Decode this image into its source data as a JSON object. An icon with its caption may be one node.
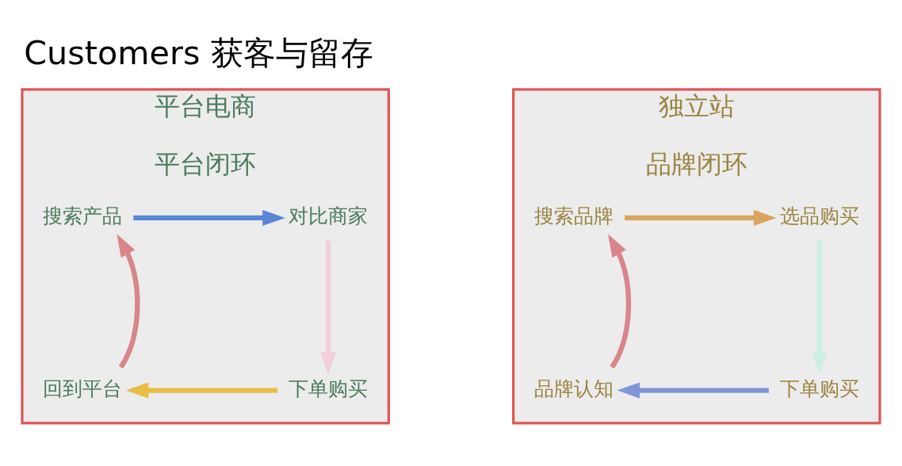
{
  "diagram": {
    "title": "Customers 获客与留存",
    "nodes": [
      {
        "text": [
          "平台电商",
          "平台闭环"
        ]
      },
      {
        "text": [
          "搜索产品"
        ],
        "in": 0
      },
      {
        "text": [
          "对比商家"
        ],
        "in": 0
      },
      {
        "text": [
          "回到平台"
        ],
        "in": 0
      },
      {
        "text": [
          "下单购买"
        ],
        "in": 0
      },
      {
        "text": [
          "独立站",
          "品牌闭环"
        ]
      },
      {
        "text": [
          "搜索品牌"
        ],
        "in": 5
      },
      {
        "text": [
          "选品购买"
        ],
        "in": 5
      },
      {
        "text": [
          "品牌认知"
        ],
        "in": 5
      },
      {
        "text": [
          "下单购买"
        ],
        "in": 5
      }
    ],
    "edges": [
      {
        "from": 1,
        "to": 2,
        "arrow": "to",
        "color": "#5b86d6"
      },
      {
        "from": 2,
        "to": 4,
        "arrow": "to",
        "color": "#f2cfdc"
      },
      {
        "from": 4,
        "to": 3,
        "arrow": "to",
        "color": "#e9bd45"
      },
      {
        "from": 3,
        "to": 1,
        "arrow": "to",
        "color": "#d9858a"
      },
      {
        "from": 6,
        "to": 7,
        "arrow": "to",
        "color": "#d9a55c"
      },
      {
        "from": 7,
        "to": 9,
        "arrow": "to",
        "color": "#cdeee3"
      },
      {
        "from": 9,
        "to": 8,
        "arrow": "to",
        "color": "#7f97d9"
      },
      {
        "from": 8,
        "to": 6,
        "arrow": "to",
        "color": "#d9858a"
      }
    ]
  }
}
